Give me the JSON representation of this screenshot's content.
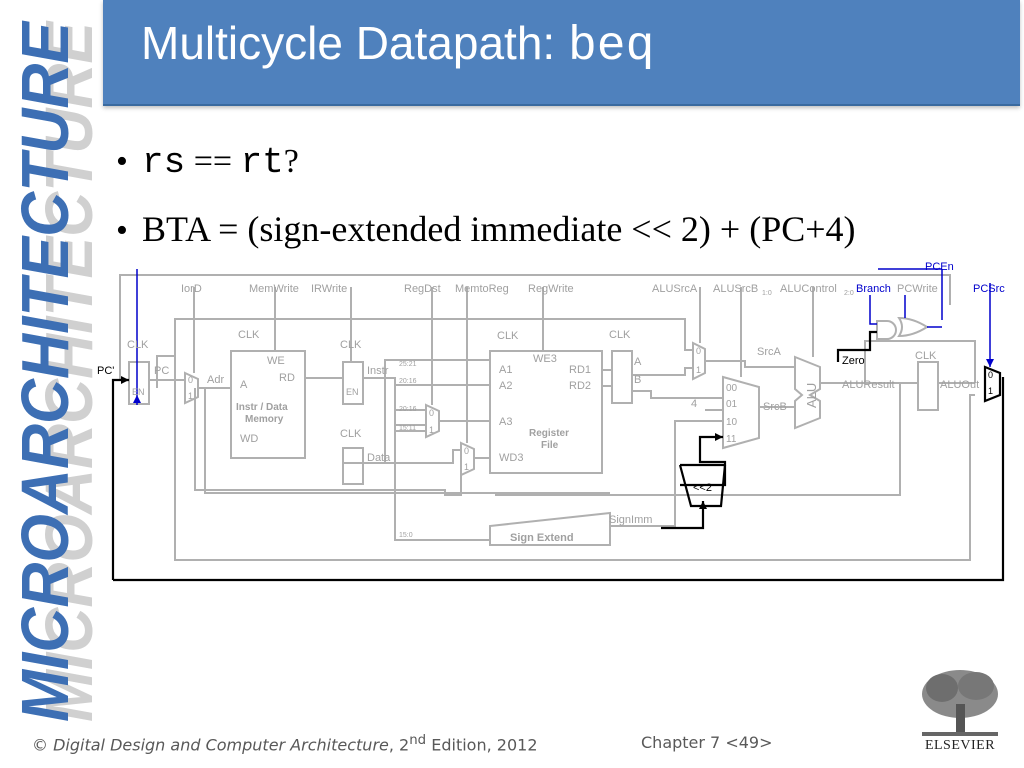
{
  "sidebar": {
    "vertical_text": "MICROARCHITECTURE"
  },
  "slide": {
    "title_prefix": "Multicycle Datapath: ",
    "title_code": "beq"
  },
  "bullets": {
    "b1_code1": "rs",
    "b1_op": " == ",
    "b1_code2": "rt",
    "b1_tail": "?",
    "b2_text": "BTA = (sign-extended immediate << 2) + (PC+4)"
  },
  "diagram": {
    "control_labels": [
      "IorD",
      "MemWrite",
      "IRWrite",
      "RegDst",
      "MemtoReg",
      "RegWrite",
      "ALUSrcA",
      "ALUSrcB",
      "ALUControl"
    ],
    "alusrcb_sub": "1:0",
    "alucontrol_sub": "2:0",
    "branch": "Branch",
    "pcwrite": "PCWrite",
    "pcen": "PCEn",
    "pcsrc": "PCSrc",
    "clk": "CLK",
    "en": "EN",
    "pc_prime": "PC'",
    "pc": "PC",
    "adr": "Adr",
    "we": "WE",
    "a": "A",
    "rd": "RD",
    "wd": "WD",
    "mem_label_1": "Instr / Data",
    "mem_label_2": "Memory",
    "instr": "Instr",
    "data": "Data",
    "we3": "WE3",
    "a1": "A1",
    "a2": "A2",
    "a3": "A3",
    "wd3": "WD3",
    "rd1": "RD1",
    "rd2": "RD2",
    "rf_label_1": "Register",
    "rf_label_2": "File",
    "reg_a": "A",
    "reg_b": "B",
    "bits_25_21": "25:21",
    "bits_20_16": "20:16",
    "bits_20_16b": "20:16",
    "bits_15_11": "15:11",
    "bits_15_0": "15:0",
    "mux0": "0",
    "mux1": "1",
    "srca": "SrcA",
    "srcb": "SrcB",
    "four": "4",
    "sel00": "00",
    "sel01": "01",
    "sel10": "10",
    "sel11": "11",
    "alu": "ALU",
    "zero": "Zero",
    "aluresult": "ALUResult",
    "aluout": "ALUOut",
    "shift": "<<2",
    "signimm": "SignImm",
    "sign_extend": "Sign Extend"
  },
  "footer": {
    "copyright": "© ",
    "book": "Digital Design and Computer Architecture",
    "edition_pre": ", 2",
    "edition_sup": "nd",
    "edition_post": " Edition, 2012",
    "chapter": "Chapter 7 <49>"
  },
  "logo": {
    "text": "ELSEVIER"
  },
  "colors": {
    "title_bar": "#4f81bd",
    "sidebar_text": "#3d6fb4",
    "control_blue": "#0000cc",
    "faded": "#b0b0b0"
  }
}
